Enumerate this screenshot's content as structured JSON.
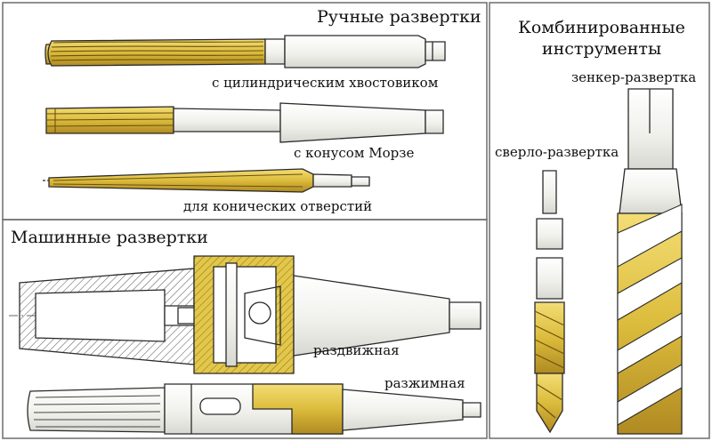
{
  "panels": {
    "hand": {
      "title": "Ручные развертки",
      "cylindrical_label": "с цилиндрическим хвостовиком",
      "morse_label": "с конусом Морзе",
      "conical_label": "для конических отверстий"
    },
    "machine": {
      "title": "Машинные развертки",
      "expandable_label": "раздвижная",
      "adjustable_label": "разжимная"
    },
    "combined": {
      "title_line1": "Комбинированные",
      "title_line2": "инструменты",
      "countersink_label": "зенкер-развертка",
      "drill_label": "сверло-развертка"
    }
  },
  "colors": {
    "background": "#ffffff",
    "frame": "#6d6d6d",
    "outline": "#2a2a2a",
    "steel": "#f1f1ec",
    "gold": "#e2c74a",
    "gold_dark": "#b8962a",
    "hatch": "#555555"
  }
}
